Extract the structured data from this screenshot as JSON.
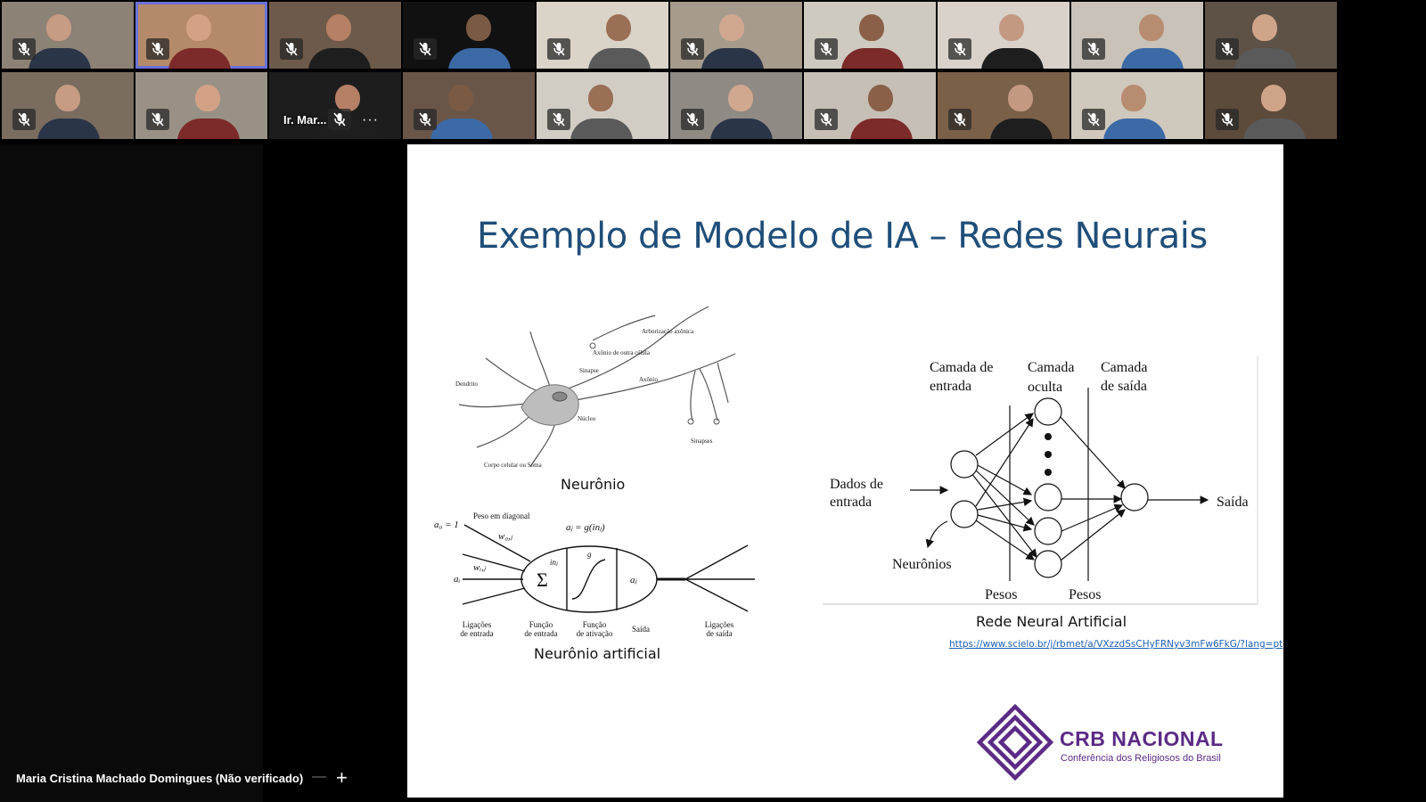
{
  "app": {
    "name": "video-meeting"
  },
  "gallery": {
    "presenter_label": "Ir. Mar...",
    "more_label": "···",
    "tiles": [
      {
        "id": "p01"
      },
      {
        "id": "p02"
      },
      {
        "id": "p03"
      },
      {
        "id": "p04"
      },
      {
        "id": "p05"
      },
      {
        "id": "p06"
      },
      {
        "id": "p07"
      },
      {
        "id": "p08"
      },
      {
        "id": "p09"
      },
      {
        "id": "p10"
      },
      {
        "id": "p11"
      },
      {
        "id": "p12"
      },
      {
        "id": "p13"
      },
      {
        "id": "p14"
      },
      {
        "id": "p15"
      },
      {
        "id": "p16"
      },
      {
        "id": "p17"
      },
      {
        "id": "p18"
      },
      {
        "id": "p19"
      },
      {
        "id": "p20"
      }
    ]
  },
  "slide": {
    "title": "Exemplo de Modelo de IA – Redes Neurais",
    "neuron_caption": "Neurônio",
    "artificial_neuron_caption": "Neurônio artificial",
    "network_caption": "Rede Neural Artificial",
    "link": "https://www.scielo.br/j/rbmet/a/VXzzdSsCHyFRNyv3mFw6FkG/?lang=pt",
    "neuron_labels": {
      "arborizacao": "Arborização axônica",
      "axonio_outra": "Axônio de outra célula",
      "sinapse": "Sinapse",
      "axonio": "Axônio",
      "dendrito": "Dendrito",
      "nucleo": "Núcleo",
      "sinapses": "Sinapses",
      "corpo": "Corpo celular ou Soma"
    },
    "artificial_labels": {
      "a0": "a₀ = 1",
      "peso_diagonal": "Peso em diagonal",
      "w0j": "w₀,ⱼ",
      "formula": "aⱼ = g(inⱼ)",
      "g": "g",
      "wij": "wᵢ,ⱼ",
      "ai": "aᵢ",
      "inj": "inⱼ",
      "sigma": "Σ",
      "aj": "aⱼ",
      "ligacoes_entrada": [
        "Ligações",
        "de entrada"
      ],
      "funcao_entrada": [
        "Função",
        "de entrada"
      ],
      "funcao_ativacao": [
        "Função",
        "de ativação"
      ],
      "saida": "Saída",
      "ligacoes_saida": [
        "Ligações",
        "de saída"
      ]
    },
    "network_labels": {
      "camada_entrada": [
        "Camada de",
        "entrada"
      ],
      "camada_oculta": [
        "Camada",
        "oculta"
      ],
      "camada_saida": [
        "Camada",
        "de saída"
      ],
      "dados_entrada": [
        "Dados de",
        "entrada"
      ],
      "neuronios": "Neurônios",
      "pesos_1": "Pesos",
      "pesos_2": "Pesos",
      "saida": "Saída"
    },
    "logo": {
      "name": "CRB NACIONAL",
      "subtitle": "Conferência dos Religiosos do Brasil",
      "color": "#5b2a86"
    }
  },
  "status": {
    "speaker_name": "Maria Cristina Machado Domingues (Não verificado)",
    "separator": "—",
    "add_label": "+"
  }
}
